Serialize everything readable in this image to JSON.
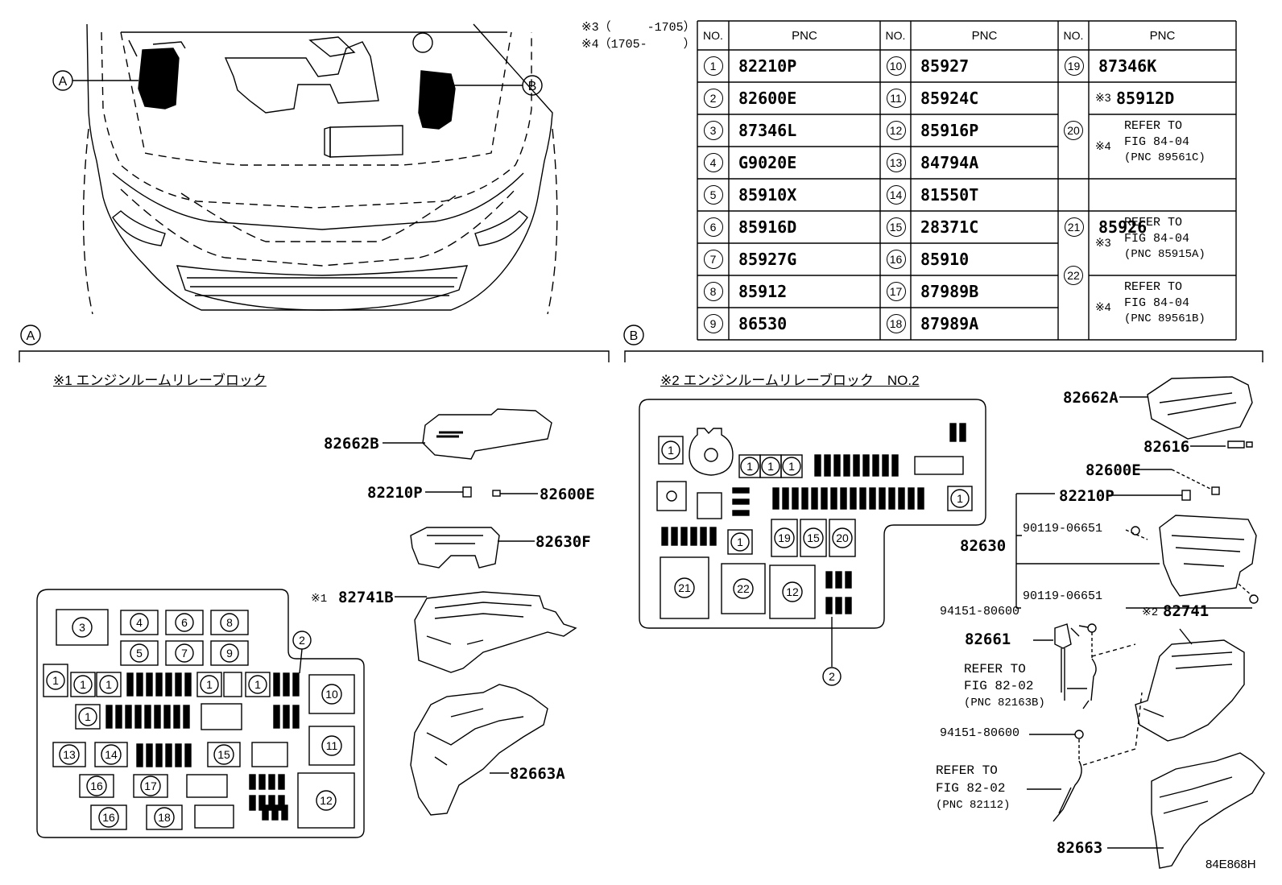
{
  "notes": {
    "n3": "※3（　　　-1705）",
    "n4": "※4（1705-　　　）"
  },
  "table": {
    "col_no": "NO.",
    "col_pnc": "PNC",
    "simple": [
      {
        "no": "1",
        "pnc": "82210P"
      },
      {
        "no": "2",
        "pnc": "82600E"
      },
      {
        "no": "3",
        "pnc": "87346L"
      },
      {
        "no": "4",
        "pnc": "G9020E"
      },
      {
        "no": "5",
        "pnc": "85910X"
      },
      {
        "no": "6",
        "pnc": "85916D"
      },
      {
        "no": "7",
        "pnc": "85927G"
      },
      {
        "no": "8",
        "pnc": "85912"
      },
      {
        "no": "9",
        "pnc": "86530"
      },
      {
        "no": "10",
        "pnc": "85927"
      },
      {
        "no": "11",
        "pnc": "85924C"
      },
      {
        "no": "12",
        "pnc": "85916P"
      },
      {
        "no": "13",
        "pnc": "84794A"
      },
      {
        "no": "14",
        "pnc": "81550T"
      },
      {
        "no": "15",
        "pnc": "28371C"
      },
      {
        "no": "16",
        "pnc": "85910"
      },
      {
        "no": "17",
        "pnc": "87989B"
      },
      {
        "no": "18",
        "pnc": "87989A"
      },
      {
        "no": "19",
        "pnc": "87346K"
      },
      {
        "no": "21",
        "pnc": "85926"
      }
    ],
    "row20": {
      "no": "20",
      "a_mark": "※3",
      "a_pnc": "85912D",
      "b_mark": "※4",
      "b_l1": "REFER TO",
      "b_l2": "FIG 84-04",
      "b_l3": "(PNC 89561C)"
    },
    "row22": {
      "no": "22",
      "a_mark": "※3",
      "a_l1": "REFER TO",
      "a_l2": "FIG 84-04",
      "a_l3": "(PNC 85915A)",
      "b_mark": "※4",
      "b_l1": "REFER TO",
      "b_l2": "FIG 84-04",
      "b_l3": "(PNC 89561B)"
    }
  },
  "overview": {
    "callout_a": "A",
    "callout_b": "B"
  },
  "section_a": {
    "tag": "A",
    "title": "※1 エンジンルームリレーブロック",
    "parts": {
      "p82662B": "82662B",
      "p82210P": "82210P",
      "p82600E": "82600E",
      "p82630F": "82630F",
      "p82741B_mark": "※1",
      "p82741B": "82741B",
      "p82663A": "82663A"
    }
  },
  "section_b": {
    "tag": "B",
    "title": "※2 エンジンルームリレーブロック　NO.2",
    "parts": {
      "p82662A": "82662A",
      "p82616": "82616",
      "p82600E": "82600E",
      "p82210P": "82210P",
      "p82630": "82630",
      "bolt1": "90119-06651",
      "bolt2": "90119-06651",
      "nut1": "94151-80600",
      "p82661": "82661",
      "p82741_mark": "※2",
      "p82741": "82741",
      "ref1_l1": "REFER TO",
      "ref1_l2": "FIG 82-02",
      "ref1_l3": "(PNC 82163B)",
      "nut2": "94151-80600",
      "ref2_l1": "REFER TO",
      "ref2_l2": "FIG 82-02",
      "ref2_l3": "(PNC 82112)",
      "p82663": "82663"
    }
  },
  "figure_code": "84E868H"
}
